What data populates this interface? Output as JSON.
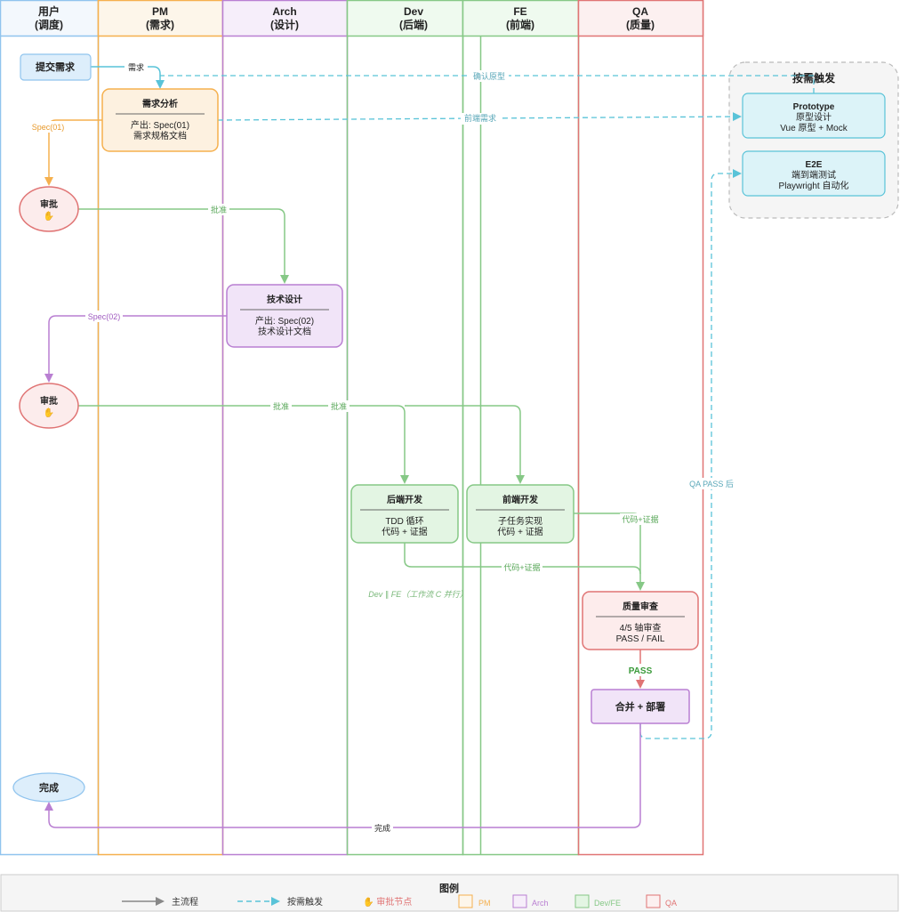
{
  "lanes": [
    {
      "id": "user",
      "title": "用户",
      "subtitle": "(调度)",
      "stroke": "#90c4ee",
      "fill": "#f3f8fd"
    },
    {
      "id": "pm",
      "title": "PM",
      "subtitle": "(需求)",
      "stroke": "#f5b04e",
      "fill": "#fdf6ea"
    },
    {
      "id": "arch",
      "title": "Arch",
      "subtitle": "(设计)",
      "stroke": "#b97fd2",
      "fill": "#f6eefa"
    },
    {
      "id": "dev",
      "title": "Dev",
      "subtitle": "(后端)",
      "stroke": "#86c886",
      "fill": "#effaef"
    },
    {
      "id": "fe",
      "title": "FE",
      "subtitle": "(前端)",
      "stroke": "#86c886",
      "fill": "#effaef"
    },
    {
      "id": "qa",
      "title": "QA",
      "subtitle": "(质量)",
      "stroke": "#e07474",
      "fill": "#fcf0f0"
    }
  ],
  "nodes": {
    "submit": {
      "label": "提交需求"
    },
    "pm_analysis": {
      "title": "需求分析",
      "line1": "产出: Spec(01)",
      "line2": "需求规格文档"
    },
    "approve1": {
      "title": "审批",
      "icon": "✋"
    },
    "arch_design": {
      "title": "技术设计",
      "line1": "产出: Spec(02)",
      "line2": "技术设计文档"
    },
    "approve2": {
      "title": "审批",
      "icon": "✋"
    },
    "backend": {
      "title": "后端开发",
      "line1": "TDD 循环",
      "line2": "代码 + 证据"
    },
    "frontend": {
      "title": "前端开发",
      "line1": "子任务实现",
      "line2": "代码 + 证据"
    },
    "qa_review": {
      "title": "质量审查",
      "line1": "4/5 轴审查",
      "line2": "PASS / FAIL"
    },
    "merge": {
      "label": "合并 + 部署"
    },
    "done": {
      "label": "完成"
    }
  },
  "on_demand": {
    "title": "按需触发",
    "prototype": {
      "title": "Prototype",
      "line1": "原型设计",
      "line2": "Vue 原型 + Mock"
    },
    "e2e": {
      "title": "E2E",
      "line1": "端到端测试",
      "line2": "Playwright 自动化"
    }
  },
  "edge_labels": {
    "demand": "需求",
    "confirm_prototype": "确认原型",
    "frontend_demand": "前端需求",
    "spec01": "Spec(01)",
    "approve_a": "批准",
    "spec02": "Spec(02)",
    "approve_b": "批准",
    "approve_c": "批准",
    "code_evidence_fe": "代码+证据",
    "code_evidence_be": "代码+证据",
    "pass": "PASS",
    "qa_pass_after": "QA PASS 后",
    "done": "完成",
    "parallel_note": "Dev ∥ FE（工作流 C 并行）"
  },
  "legend": {
    "title": "图例",
    "main_flow": "主流程",
    "on_demand": "按需触发",
    "approval_node": "✋ 审批节点",
    "pm": "PM",
    "arch": "Arch",
    "dev_fe": "Dev/FE",
    "qa": "QA"
  },
  "colors": {
    "user": "#90c4ee",
    "pm": "#f5b04e",
    "arch": "#b97fd2",
    "dev": "#86c886",
    "qa": "#e07474",
    "trigger": "#59c3d8",
    "main": "#888888",
    "pass": "#3a9a3a",
    "red": "#e07474"
  }
}
